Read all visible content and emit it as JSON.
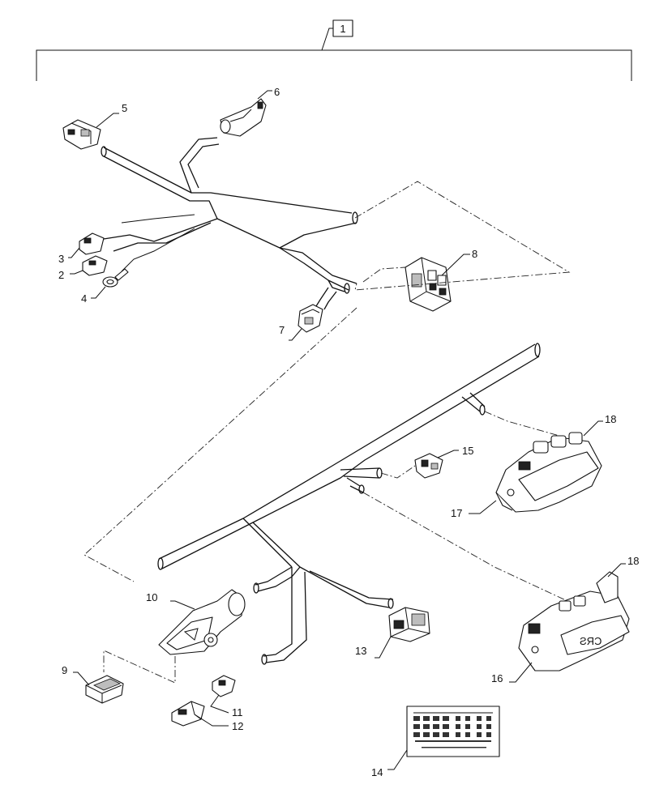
{
  "title_callout": "1",
  "callouts": [
    {
      "id": "c2",
      "text": "2"
    },
    {
      "id": "c3",
      "text": "3"
    },
    {
      "id": "c4",
      "text": "4"
    },
    {
      "id": "c5",
      "text": "5"
    },
    {
      "id": "c6",
      "text": "6"
    },
    {
      "id": "c7",
      "text": "7"
    },
    {
      "id": "c8",
      "text": "8"
    },
    {
      "id": "c9",
      "text": "9"
    },
    {
      "id": "c10",
      "text": "10"
    },
    {
      "id": "c11",
      "text": "11"
    },
    {
      "id": "c12",
      "text": "12"
    },
    {
      "id": "c13",
      "text": "13"
    },
    {
      "id": "c14",
      "text": "14"
    },
    {
      "id": "c15",
      "text": "15"
    },
    {
      "id": "c16",
      "text": "16"
    },
    {
      "id": "c17",
      "text": "17"
    },
    {
      "id": "c18a",
      "text": "18"
    },
    {
      "id": "c18b",
      "text": "18"
    }
  ]
}
